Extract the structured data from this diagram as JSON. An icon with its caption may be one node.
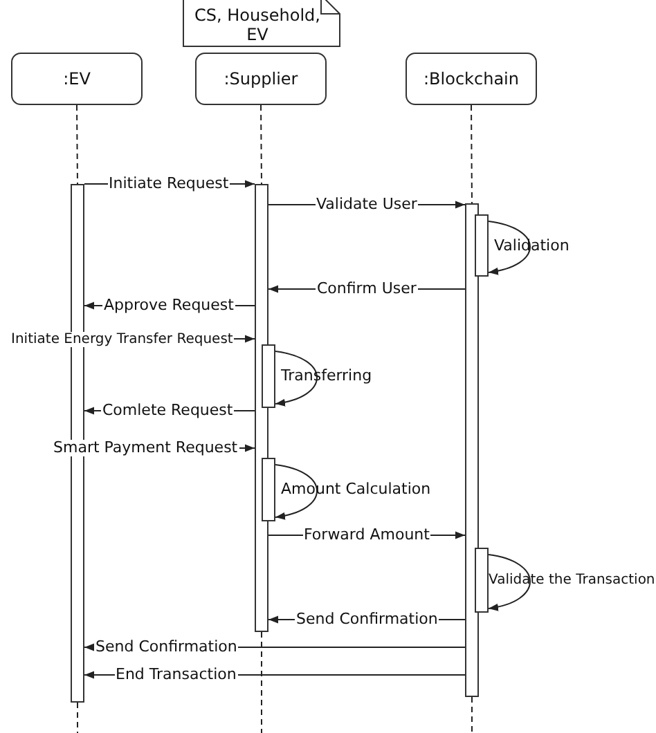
{
  "diagram": {
    "nodes": [
      {
        "text": [
          "CS, Household, EV"
        ]
      },
      {
        "text": [
          ":EV"
        ]
      },
      {
        "text": [
          ":Supplier"
        ]
      },
      {
        "text": [
          ":Blockchain"
        ]
      },
      {
        "text": [],
        "shape": "bar"
      },
      {
        "text": [],
        "shape": "bar"
      },
      {
        "text": [],
        "shape": "bar"
      },
      {
        "text": [],
        "shape": "bar"
      },
      {
        "text": [],
        "shape": "bar"
      },
      {
        "text": [],
        "shape": "bar"
      },
      {
        "text": [],
        "shape": "bar"
      }
    ],
    "edges": [
      {
        "from": 1,
        "to": 4,
        "arrow": "none",
        "style": "dashed"
      },
      {
        "from": 2,
        "to": 5,
        "arrow": "none",
        "style": "dashed"
      },
      {
        "from": 3,
        "to": 6,
        "arrow": "none",
        "style": "dashed"
      },
      {
        "from": 4,
        "to": null,
        "arrow": "none",
        "style": "dashed"
      },
      {
        "from": 5,
        "to": null,
        "arrow": "none",
        "style": "dashed"
      },
      {
        "from": 6,
        "to": null,
        "arrow": "none",
        "style": "dashed"
      },
      {
        "from": 4,
        "to": 5,
        "arrow": "to",
        "label": "Initiate Request"
      },
      {
        "from": 5,
        "to": 6,
        "arrow": "to",
        "label": "Validate User"
      },
      {
        "from": 7,
        "to": 7,
        "arrow": "to",
        "label": "Validation"
      },
      {
        "from": 6,
        "to": 5,
        "arrow": "to",
        "label": "Confirm User"
      },
      {
        "from": 5,
        "to": 4,
        "arrow": "to",
        "label": "Approve Request"
      },
      {
        "from": 4,
        "to": 5,
        "arrow": "to",
        "label": "Initiate Energy Transfer Request"
      },
      {
        "from": 8,
        "to": 8,
        "arrow": "to",
        "label": "Transferring"
      },
      {
        "from": 5,
        "to": 4,
        "arrow": "to",
        "label": "Comlete Request"
      },
      {
        "from": 4,
        "to": 5,
        "arrow": "to",
        "label": "Smart Payment Request"
      },
      {
        "from": 9,
        "to": 9,
        "arrow": "to",
        "label": "Amount Calculation"
      },
      {
        "from": 5,
        "to": 6,
        "arrow": "to",
        "label": "Forward Amount"
      },
      {
        "from": 10,
        "to": 10,
        "arrow": "to",
        "label": "Validate the Transaction"
      },
      {
        "from": 6,
        "to": 5,
        "arrow": "to",
        "label": "Send Confirmation"
      },
      {
        "from": 6,
        "to": 4,
        "arrow": "to",
        "label": "Send Confirmation"
      },
      {
        "from": 6,
        "to": 4,
        "arrow": "to",
        "label": "End Transaction"
      }
    ]
  }
}
